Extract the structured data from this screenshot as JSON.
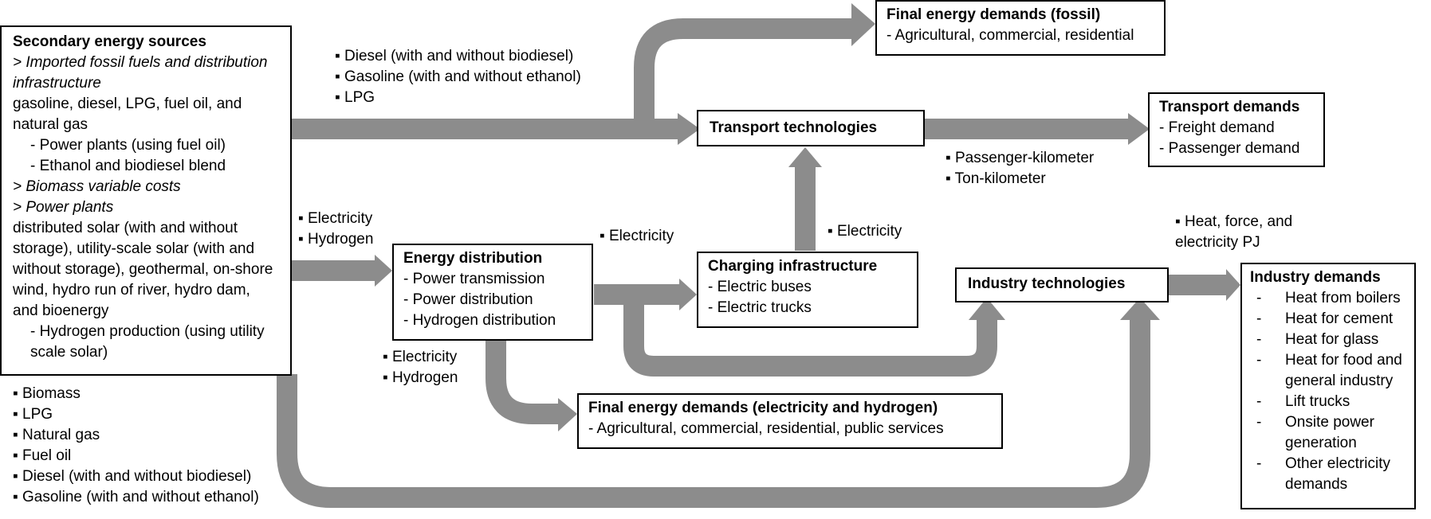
{
  "colors": {
    "arrow": "#8c8c8c",
    "border": "#000000",
    "background": "#ffffff"
  },
  "secondary": {
    "title": "Secondary energy sources",
    "fossil_head": "> Imported fossil fuels and distribution infrastructure",
    "fossil_list": "gasoline, diesel, LPG, fuel oil, and natural gas",
    "fossil_sub1": "- Power plants (using fuel oil)",
    "fossil_sub2": "- Ethanol and biodiesel blend",
    "biomass_line": "> Biomass variable costs",
    "plants_head": "> Power plants",
    "plants_list": "distributed solar (with and without storage), utility-scale solar (with and without storage), geothermal, on-shore wind, hydro run of river, hydro dam, and bioenergy",
    "plants_sub1": "- Hydrogen production (using utility scale solar)"
  },
  "labels": {
    "fuels_top": [
      "▪ Diesel (with and without biodiesel)",
      "▪ Gasoline (with and without ethanol)",
      "▪ LPG"
    ],
    "elec_hydro_left": [
      "▪ Electricity",
      "▪ Hydrogen"
    ],
    "elec_dist_out": "▪ Electricity",
    "elec_charging": "▪ Electricity",
    "elec_hydro_down": [
      "▪ Electricity",
      "▪ Hydrogen"
    ],
    "pkm": [
      "▪ Passenger-kilometer",
      "▪ Ton-kilometer"
    ],
    "heat_pj": [
      "▪ Heat, force, and",
      "electricity PJ"
    ],
    "fuels_bottom": [
      "▪ Biomass",
      "▪ LPG",
      "▪ Natural gas",
      "▪ Fuel oil",
      "▪ Diesel (with and without biodiesel)",
      "▪ Gasoline (with and without ethanol)"
    ]
  },
  "final_fossil": {
    "title": "Final energy demands (fossil)",
    "line": "- Agricultural,  commercial, residential"
  },
  "transport_tech": {
    "title": "Transport technologies"
  },
  "transport_demands": {
    "title": "Transport demands",
    "lines": [
      "- Freight demand",
      "- Passenger demand"
    ]
  },
  "energy_distribution": {
    "title": "Energy distribution",
    "lines": [
      "- Power transmission",
      "- Power distribution",
      "- Hydrogen distribution"
    ]
  },
  "charging": {
    "title": "Charging infrastructure",
    "lines": [
      "- Electric buses",
      "- Electric trucks"
    ]
  },
  "industry_tech": {
    "title": "Industry technologies"
  },
  "industry_demands": {
    "title": "Industry demands",
    "items": [
      "Heat from boilers",
      "Heat for cement",
      "Heat for glass",
      "Heat for food and general industry",
      "Lift trucks",
      "Onsite power generation",
      "Other electricity demands"
    ]
  },
  "final_elec": {
    "title": "Final energy demands (electricity and hydrogen)",
    "line": "- Agricultural,  commercial, residential, public services"
  }
}
